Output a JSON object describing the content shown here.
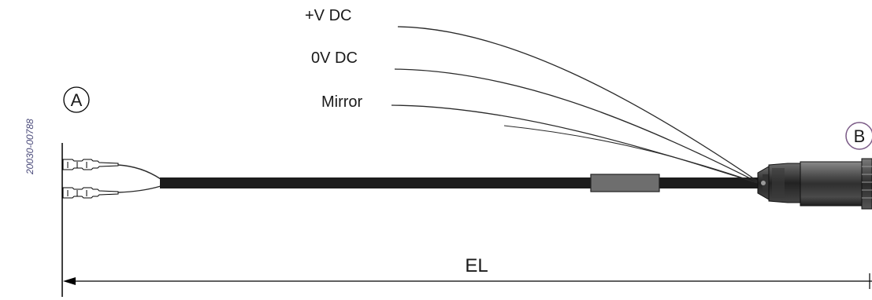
{
  "doc_id": "20030-00788",
  "wire_labels": [
    "+V DC",
    "0V DC",
    "Mirror"
  ],
  "markers": {
    "a": "A",
    "b": "B"
  },
  "dimension_label": "EL",
  "colors": {
    "cable": "#1c1c1c",
    "sleeve": "#6e6e6e",
    "wire": "#2a2a2a",
    "connector": "#4b4b4b",
    "marker_b_ring": "#7a5a86"
  },
  "icons": [
    "crimp-terminal-icon",
    "m12-connector-icon",
    "dimension-arrow-icon"
  ]
}
